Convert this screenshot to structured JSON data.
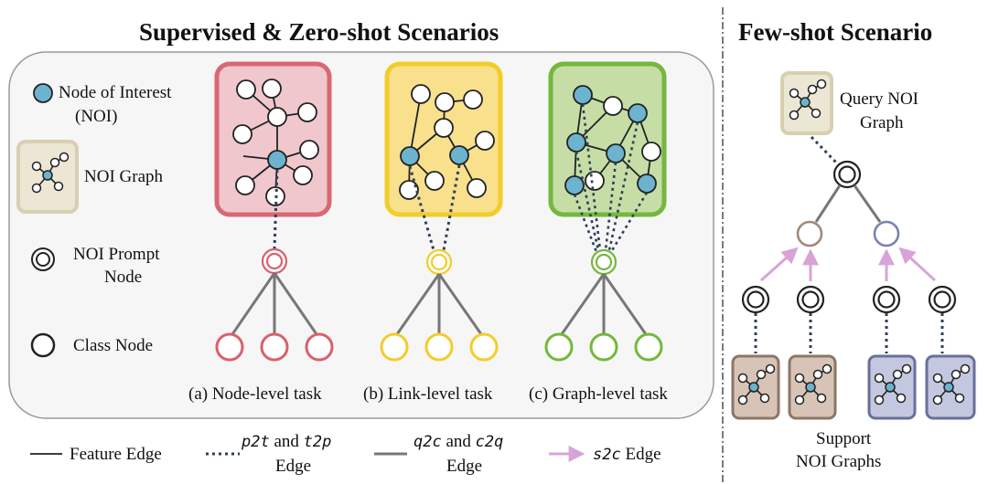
{
  "titles": {
    "left": "Supervised & Zero-shot Scenarios",
    "right": "Few-shot Scenario"
  },
  "legend_box": {
    "noi_line1": "Node of Interest",
    "noi_line2": "(NOI)",
    "noi_graph": "NOI Graph",
    "prompt_line1": "NOI Prompt",
    "prompt_line2": "Node",
    "class_node": "Class Node"
  },
  "tasks": {
    "node": "(a) Node-level task",
    "link": "(b) Link-level task",
    "graph": "(c) Graph-level task"
  },
  "few_shot": {
    "query_line1": "Query NOI",
    "query_line2": "Graph",
    "support_line1": "Support",
    "support_line2": "NOI Graphs"
  },
  "bottom_legend": {
    "feature_edge": "Feature Edge",
    "p2t_a": "p2t",
    "p2t_and": " and ",
    "p2t_b": "t2p",
    "p2t_edge": "Edge",
    "q2c_a": "q2c",
    "q2c_and": " and ",
    "q2c_b": "c2q",
    "q2c_edge": "Edge",
    "s2c_a": "s2c",
    "s2c_edge": " Edge"
  },
  "colors": {
    "noi": "#6bb3cf",
    "node_task": "#d9606e",
    "node_task_fill": "#efc5cb",
    "link_task": "#f2cd2a",
    "link_task_fill": "#f8e08c",
    "graph_task": "#74b83c",
    "graph_task_fill": "#c6dea6",
    "noi_graph_fill": "#ece6d4",
    "noi_graph_border": "#d8cfb2",
    "support_brown": "#8c7666",
    "support_brown_fill": "#d8c4b6",
    "support_blue": "#6a6f9a",
    "support_blue_fill": "#c3c7df",
    "s2c_arrow": "#d8a4d8",
    "dotted_edge": "#2f3f56",
    "class_edge": "#777777"
  }
}
